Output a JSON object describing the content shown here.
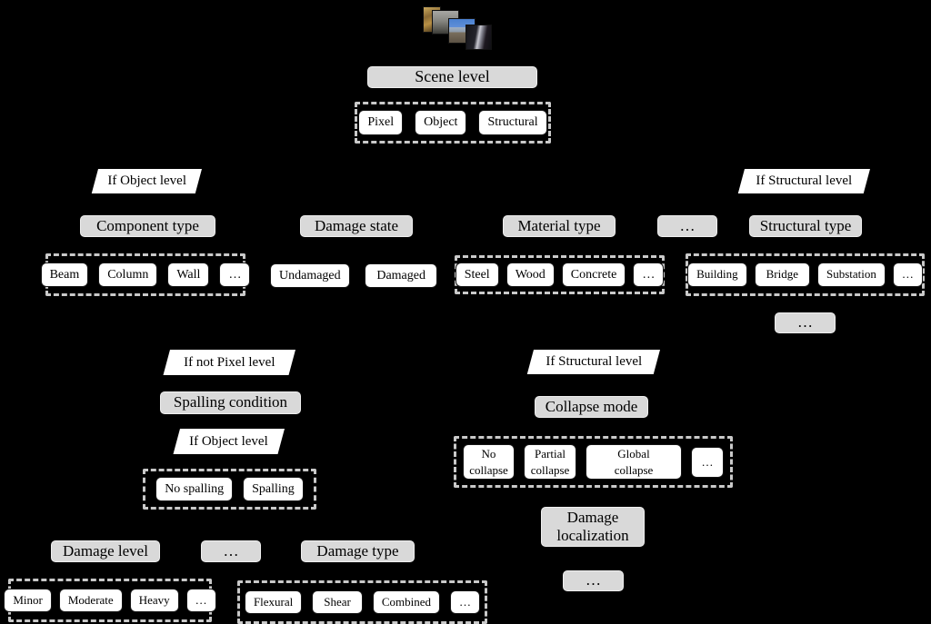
{
  "palette": {
    "background": "#000000",
    "category_box": "#d9d9d9",
    "option_box": "#ffffff",
    "dashed_border": "#c9c9c9",
    "text": "#000000"
  },
  "photos": [
    "building-facade-photo",
    "concrete-structure-photo",
    "bridge-photo",
    "collapsed-structure-photo"
  ],
  "scene": {
    "label": "Scene level",
    "options": [
      "Pixel",
      "Object",
      "Structural"
    ]
  },
  "conditions": {
    "object_top": "If Object level",
    "structural_top": "If Structural level",
    "not_pixel": "If not Pixel level",
    "object_mid": "If Object level",
    "structural_mid": "If Structural level"
  },
  "component_type": {
    "label": "Component type",
    "options": [
      "Beam",
      "Column",
      "Wall",
      "…"
    ]
  },
  "damage_state": {
    "label": "Damage state",
    "options": [
      "Undamaged",
      "Damaged"
    ]
  },
  "material_type": {
    "label": "Material type",
    "options": [
      "Steel",
      "Wood",
      "Concrete",
      "…"
    ]
  },
  "more_object_tasks": "…",
  "structural_type": {
    "label": "Structural type",
    "options": [
      "Building",
      "Bridge",
      "Substation",
      "…"
    ],
    "more": "…"
  },
  "spalling_condition": {
    "label": "Spalling condition",
    "options": [
      "No spalling",
      "Spalling"
    ]
  },
  "collapse_mode": {
    "label": "Collapse mode",
    "options": [
      "No collapse",
      "Partial collapse",
      "Global collapse",
      "…"
    ]
  },
  "damage_localization": {
    "label": "Damage localization",
    "more": "…"
  },
  "damage_level": {
    "label": "Damage level",
    "options": [
      "Minor",
      "Moderate",
      "Heavy",
      "…"
    ]
  },
  "more_damage_tasks": "…",
  "damage_type": {
    "label": "Damage type",
    "options": [
      "Flexural",
      "Shear",
      "Combined",
      "…"
    ]
  }
}
